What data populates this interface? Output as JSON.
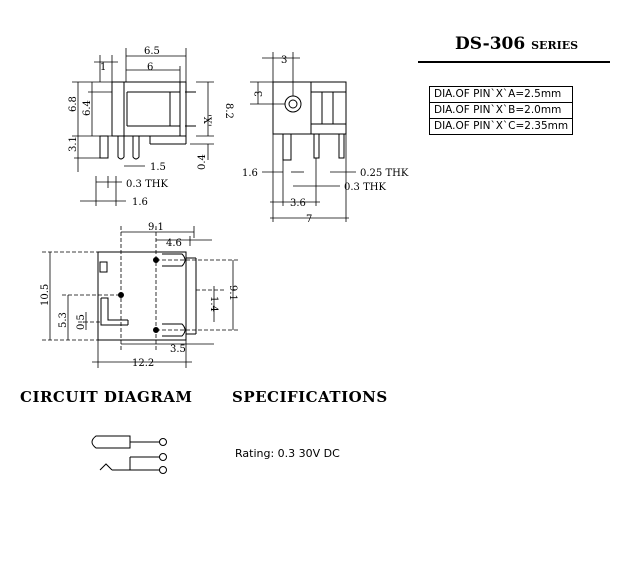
{
  "title": {
    "main": "DS-306",
    "series": "SERIES"
  },
  "pin_table": [
    "DIA.OF PIN`X`A=2.5mm",
    "DIA.OF PIN`X`B=2.0mm",
    "DIA.OF PIN`X`C=2.35mm"
  ],
  "side_view_dims": {
    "w65": "6.5",
    "w6": "6",
    "w1": "1",
    "h68": "6.8",
    "h64": "6.4",
    "x_label": "'X'",
    "h82": "8.2",
    "h31": "3.1",
    "h04": "0.4",
    "w15": "1.5",
    "thk03": "0.3 THK",
    "w16": "1.6"
  },
  "front_view_dims": {
    "w3": "3",
    "h3": "3",
    "w16": "1.6",
    "thk025": "0.25 THK",
    "thk03": "0.3 THK",
    "w36": "3.6",
    "w7": "7"
  },
  "bottom_view_dims": {
    "w91": "9.1",
    "w46": "4.6",
    "h105": "10.5",
    "h53": "5.3",
    "h05": "0.5",
    "h14": "1.4",
    "h91": "9.1",
    "w35": "3.5",
    "w122": "12.2"
  },
  "sections": {
    "circuit": "CIRCUIT DIAGRAM",
    "specs": "SPECIFICATIONS"
  },
  "specifications": {
    "rating": "Rating: 0.3 30V DC"
  }
}
